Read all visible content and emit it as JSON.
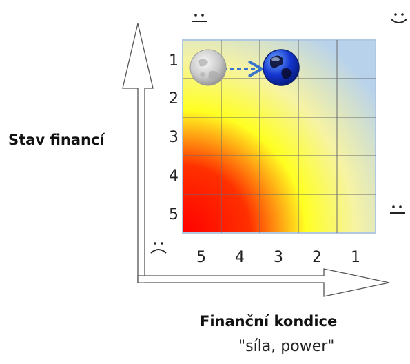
{
  "diagram": {
    "y_axis_label": "Stav financí",
    "x_axis_label": "Finanční kondice",
    "x_axis_sublabel": "\"síla, power\"",
    "row_labels": [
      "1",
      "2",
      "3",
      "4",
      "5"
    ],
    "col_labels": [
      "5",
      "4",
      "3",
      "2",
      "1"
    ],
    "gradient_colors": {
      "bad": "#ff0000",
      "mid": "#ffff22",
      "good": "#b8d2ec"
    },
    "corner_faces": {
      "top_left": "neutral",
      "top_right": "happy",
      "bottom_right": "neutral",
      "bottom_left": "sad"
    },
    "markers": [
      {
        "name": "moon",
        "row": 1,
        "col_label": "5",
        "color": "#c8c8c8"
      },
      {
        "name": "earth",
        "row": 1,
        "col_label": "3",
        "color": "#1840d8"
      }
    ],
    "arrow": {
      "from": "moon",
      "to": "earth"
    }
  }
}
